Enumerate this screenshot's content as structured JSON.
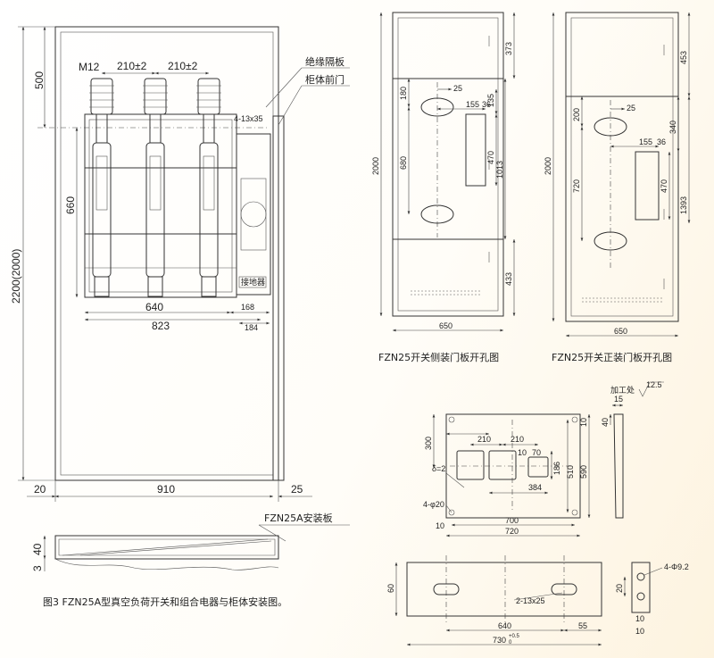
{
  "main_view": {
    "dims": {
      "d500": "500",
      "d2200": "2200(2000)",
      "d660": "660",
      "d20": "20",
      "d910": "910",
      "d25": "25",
      "d640": "640",
      "d823": "823",
      "d168": "168",
      "d184": "184",
      "m12": "M12",
      "pitch1": "210±2",
      "pitch2": "210±2",
      "bolt": "4-13x35"
    },
    "labels": {
      "insulation": "绝缘隔板",
      "front_door": "柜体前门",
      "plate": "FZN25A安装板",
      "handle": "接地器"
    },
    "plate_dims": {
      "d40": "40",
      "d3": "3"
    },
    "caption": "图3  FZN25A型真空负荷开关和组合电器与柜体安装图。"
  },
  "side_door": {
    "dims": {
      "d373": "373",
      "d25": "25",
      "d180": "180",
      "d155": "155",
      "d36": "36",
      "d135": "135",
      "d2000": "2000",
      "d680": "680",
      "d470": "470",
      "d1013": "1013",
      "d433": "433",
      "d650": "650"
    },
    "caption": "FZN25开关侧装门板开孔图"
  },
  "front_door": {
    "dims": {
      "d453": "453",
      "d25": "25",
      "d200": "200",
      "d340": "340",
      "d155": "155",
      "d36": "36",
      "d2000": "2000",
      "d720": "720",
      "d470": "470",
      "d1393": "1393",
      "d650": "650"
    },
    "caption": "FZN25开关正装门板开孔图"
  },
  "mount_plate": {
    "dims": {
      "d300": "300",
      "d210a": "210",
      "d210b": "210",
      "d10a": "10",
      "d70": "70",
      "d186": "186",
      "d510": "510",
      "d590": "590",
      "d10b": "10",
      "d384": "384",
      "thk": "δ=2",
      "holes": "4-φ20",
      "d10c": "10",
      "d700": "700",
      "d720": "720",
      "d40": "40",
      "d15": "15"
    },
    "finish": "加工处",
    "roughness": "12.5"
  },
  "bottom_plate": {
    "dims": {
      "d60": "60",
      "slots": "2-13x25",
      "d640": "640",
      "d55": "55",
      "d730": "730",
      "tol_plus": "+0.5",
      "tol_minus": "0",
      "holes": "4-Φ9.2",
      "d20": "20",
      "d10a": "10",
      "d10b": "10"
    }
  }
}
